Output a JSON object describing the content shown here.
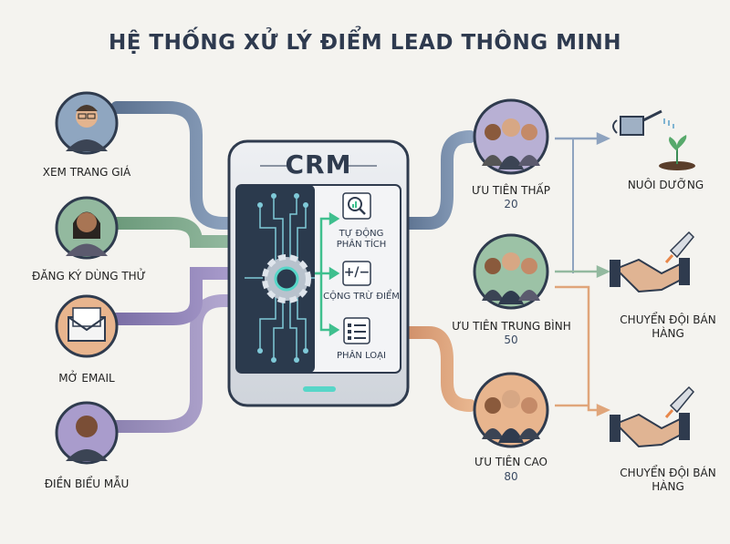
{
  "title": "HỆ THỐNG XỬ LÝ ĐIỂM LEAD THÔNG MINH",
  "inputs": [
    {
      "label": "XEM TRANG GIÁ",
      "icon": "person-icon"
    },
    {
      "label": "ĐĂNG KÝ DÙNG THỬ",
      "icon": "person-icon"
    },
    {
      "label": "MỞ EMAIL",
      "icon": "email-envelope-icon"
    },
    {
      "label": "ĐIỀN BIỂU MẪU",
      "icon": "person-icon"
    }
  ],
  "crm": {
    "title": "CRM",
    "functions": [
      {
        "label": "TỰ ĐỘNG PHÂN TÍCH",
        "icon": "magnifier-chart-icon"
      },
      {
        "label": "CỘNG TRỪ ĐIỂM",
        "icon": "plus-minus-icon",
        "symbol": "+/−"
      },
      {
        "label": "PHÂN LOẠI",
        "icon": "list-icon"
      }
    ]
  },
  "priorities": [
    {
      "label": "ƯU TIÊN THẤP",
      "score": "20"
    },
    {
      "label": "ƯU TIÊN TRUNG BÌNH",
      "score": "50"
    },
    {
      "label": "ƯU TIÊN CAO",
      "score": "80"
    }
  ],
  "outcomes": [
    {
      "label": "NUÔI DƯỠNG",
      "icon": "watering-can-plant-icon"
    },
    {
      "label": "CHUYỂN ĐỘI BÁN HÀNG",
      "icon": "handshake-rocket-icon"
    },
    {
      "label": "CHUYỂN ĐỘI BÁN HÀNG",
      "icon": "handshake-rocket-icon"
    }
  ],
  "colors": {
    "navy": "#2f3b4e",
    "blue_flow": "#6f88a6",
    "green_flow": "#7aa889",
    "purple_flow": "#8a7fb3",
    "orange_flow": "#e0a57a",
    "crm_screen": "#2b3a4d",
    "glow": "#57d6c8"
  }
}
